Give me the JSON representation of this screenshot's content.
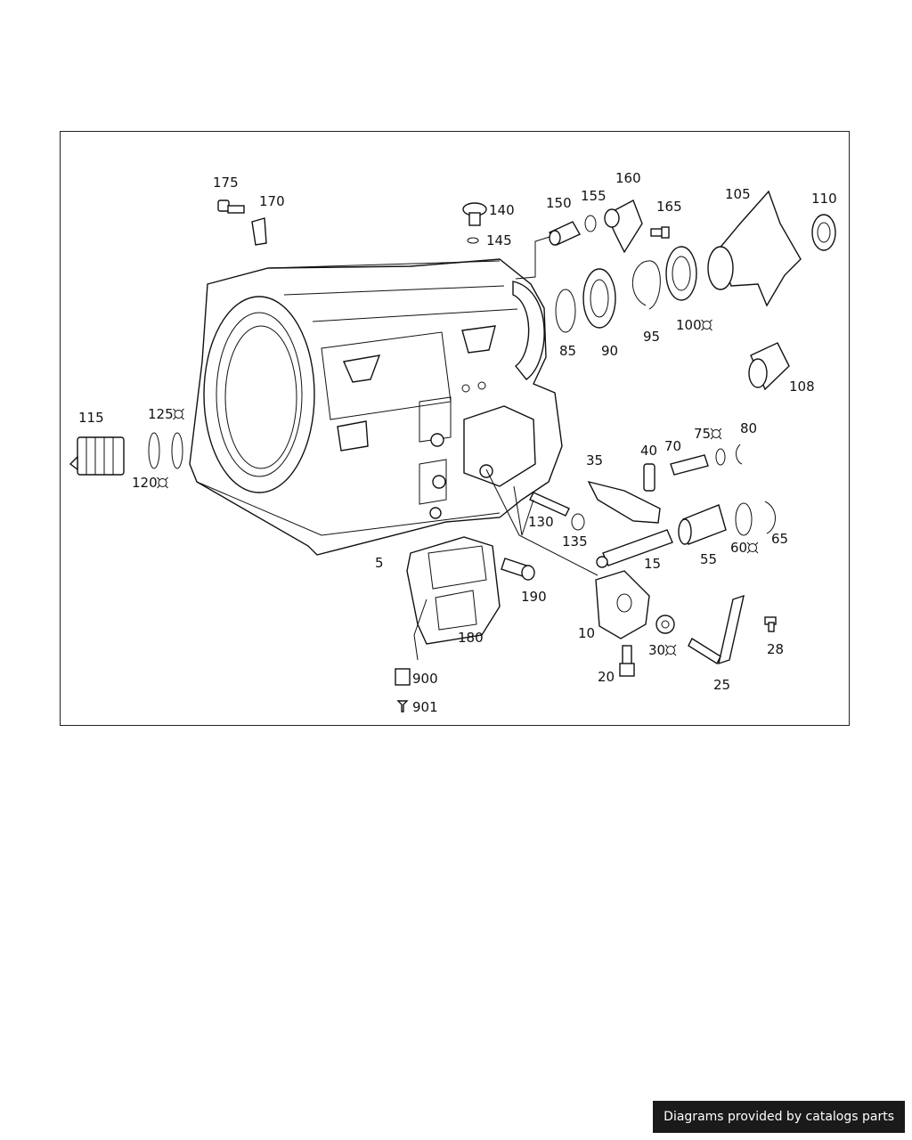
{
  "diagram": {
    "callouts": [
      {
        "id": "175",
        "text": "175"
      },
      {
        "id": "170",
        "text": "170"
      },
      {
        "id": "140",
        "text": "140"
      },
      {
        "id": "145",
        "text": "145"
      },
      {
        "id": "150",
        "text": "150"
      },
      {
        "id": "155",
        "text": "155"
      },
      {
        "id": "160",
        "text": "160"
      },
      {
        "id": "165",
        "text": "165"
      },
      {
        "id": "105",
        "text": "105"
      },
      {
        "id": "110",
        "text": "110"
      },
      {
        "id": "85",
        "text": "85"
      },
      {
        "id": "90",
        "text": "90"
      },
      {
        "id": "95",
        "text": "95"
      },
      {
        "id": "100",
        "text": "100"
      },
      {
        "id": "108",
        "text": "108"
      },
      {
        "id": "115",
        "text": "115"
      },
      {
        "id": "125",
        "text": "125"
      },
      {
        "id": "120",
        "text": "120"
      },
      {
        "id": "75",
        "text": "75"
      },
      {
        "id": "80",
        "text": "80"
      },
      {
        "id": "40",
        "text": "40"
      },
      {
        "id": "70",
        "text": "70"
      },
      {
        "id": "35",
        "text": "35"
      },
      {
        "id": "130",
        "text": "130"
      },
      {
        "id": "135",
        "text": "135"
      },
      {
        "id": "15",
        "text": "15"
      },
      {
        "id": "55",
        "text": "55"
      },
      {
        "id": "60",
        "text": "60"
      },
      {
        "id": "65",
        "text": "65"
      },
      {
        "id": "5",
        "text": "5"
      },
      {
        "id": "190",
        "text": "190"
      },
      {
        "id": "180",
        "text": "180"
      },
      {
        "id": "10",
        "text": "10"
      },
      {
        "id": "30",
        "text": "30"
      },
      {
        "id": "28",
        "text": "28"
      },
      {
        "id": "20",
        "text": "20"
      },
      {
        "id": "25",
        "text": "25"
      },
      {
        "id": "900",
        "text": "900"
      },
      {
        "id": "901",
        "text": "901"
      }
    ],
    "note_marked_items": [
      "125",
      "120",
      "100",
      "75",
      "60",
      "30"
    ]
  },
  "watermark": {
    "text": "Diagrams provided by catalogs parts"
  }
}
